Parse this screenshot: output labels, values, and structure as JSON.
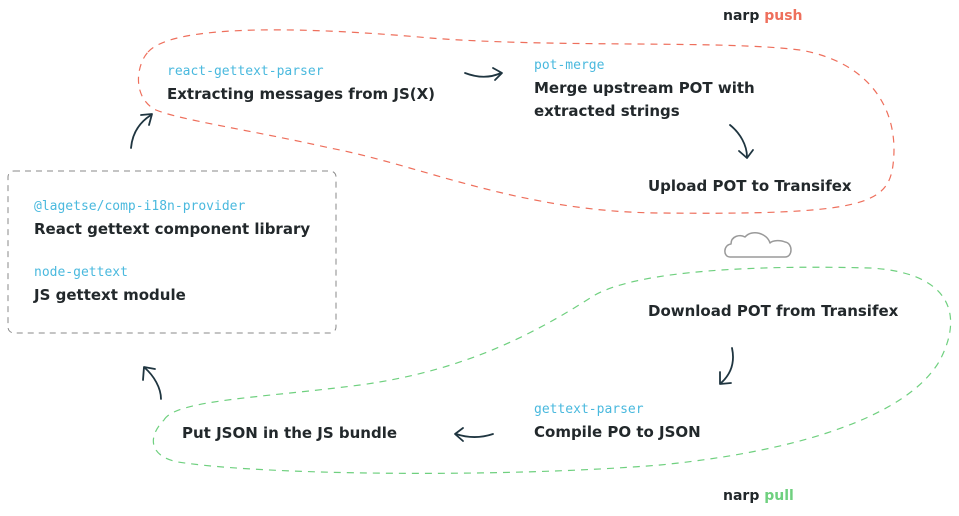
{
  "push_label": {
    "command": "narp",
    "action": "push"
  },
  "pull_label": {
    "command": "narp",
    "action": "pull"
  },
  "library_box": {
    "items": [
      {
        "package": "@lagetse/comp-i18n-provider",
        "description": "React gettext component library"
      },
      {
        "package": "node-gettext",
        "description": "JS gettext module"
      }
    ]
  },
  "push_steps": [
    {
      "package": "react-gettext-parser",
      "description": "Extracting messages from JS(X)"
    },
    {
      "package": "pot-merge",
      "description_lines": [
        "Merge upstream POT with",
        "extracted strings"
      ]
    },
    {
      "description": "Upload POT to Transifex"
    }
  ],
  "pull_steps": [
    {
      "description": "Download POT from Transifex"
    },
    {
      "package": "gettext-parser",
      "description": "Compile PO to JSON"
    },
    {
      "description": "Put JSON in the JS bundle"
    }
  ],
  "colors": {
    "push": "#ee6f5c",
    "pull": "#6fd07f",
    "package": "#4ab9de",
    "text": "#22282b",
    "box": "#8a8a8a",
    "arrow": "#1f3540",
    "cloud": "#9a9a9a"
  },
  "icons": {
    "cloud": "cloud-icon",
    "arrow": "curved-arrow-icon"
  }
}
